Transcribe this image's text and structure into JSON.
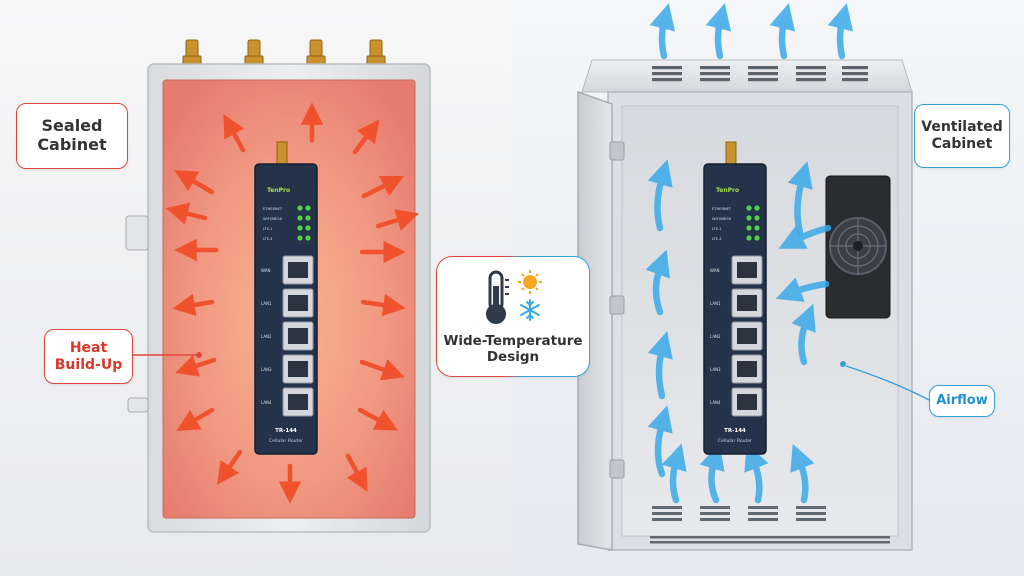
{
  "labels": {
    "sealed": "Sealed\nCabinet",
    "heat": "Heat\nBuild-Up",
    "wide": "Wide-Temperature\nDesign",
    "ventilated": "Ventilated\nCabinet",
    "airflow": "Airflow"
  },
  "router": {
    "brand": "TenPro",
    "status_leds": [
      "ETHERNET",
      "WIFI/MESH",
      "LTE-1",
      "LTE-4"
    ],
    "ports": [
      "WAN",
      "LAN1",
      "LAN2",
      "LAN3",
      "LAN4"
    ],
    "model": "TR-144",
    "subtitle": "Cellular Router"
  },
  "colors": {
    "heat": "#f0522e",
    "airflow": "#3aa9e8",
    "red_border": "#e0473c",
    "blue_border": "#39a0d8"
  },
  "icons": [
    "thermometer-icon",
    "sun-icon",
    "snowflake-icon"
  ]
}
